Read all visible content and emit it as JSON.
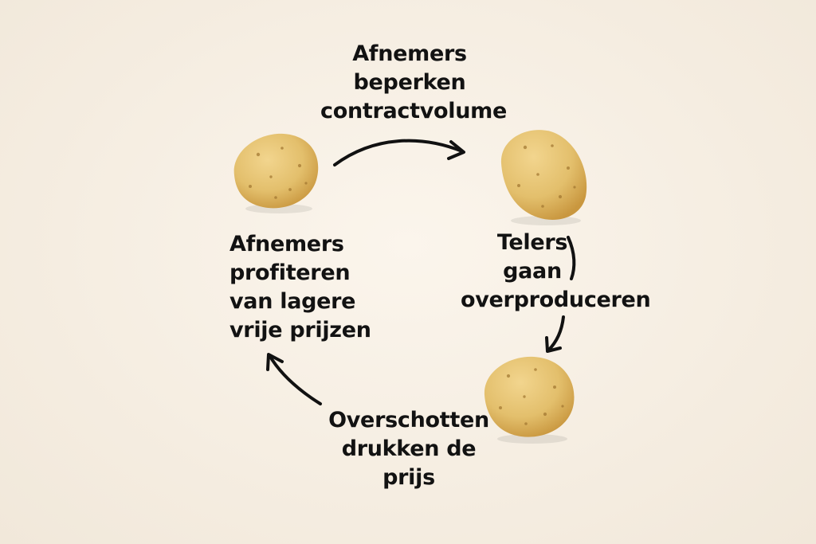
{
  "diagram": {
    "steps": [
      {
        "id": "top",
        "lines": [
          "Afnemers",
          "beperken",
          "contractvolume"
        ]
      },
      {
        "id": "right",
        "lines": [
          "Telers",
          "gaan",
          "overproduceren"
        ]
      },
      {
        "id": "bottom",
        "lines": [
          "Overschotten",
          "drukken de",
          "prijs"
        ]
      },
      {
        "id": "left",
        "lines": [
          "Afnemers",
          "profiteren",
          "van lagere",
          "vrije prijzen"
        ]
      }
    ]
  },
  "colors": {
    "background": "#f6efe4",
    "text": "#121212",
    "arrow": "#111111",
    "potato_skin": "#e3bf6c",
    "potato_shadow": "#c9973f",
    "potato_spot": "#a0752f"
  },
  "icons": {
    "potato": "potato-icon",
    "arrow": "curved-arrow-icon"
  }
}
